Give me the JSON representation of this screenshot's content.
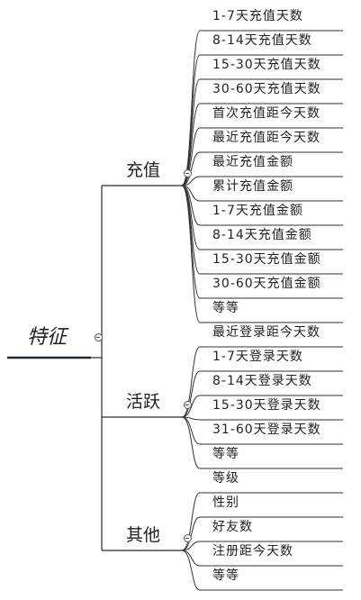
{
  "root": {
    "label": "特征"
  },
  "branches": [
    {
      "label": "充值",
      "leaves": [
        "1-7天充值天数",
        "8-14天充值天数",
        "15-30天充值天数",
        "30-60天充值天数",
        "首次充值距今天数",
        "最近充值距今天数",
        "最近充值金额",
        "累计充值金额",
        "1-7天充值金额",
        "8-14天充值金额",
        "15-30天充值金额",
        "30-60天充值金额",
        "等等"
      ]
    },
    {
      "label": "活跃",
      "leaves": [
        "最近登录距今天数",
        "1-7天登录天数",
        "8-14天登录天数",
        "15-30天登录天数",
        "31-60天登录天数",
        "等等"
      ]
    },
    {
      "label": "其他",
      "leaves": [
        "等级",
        "性别",
        "好友数",
        "注册距今天数",
        "等等"
      ]
    }
  ],
  "colors": {
    "root_underline": "#1f2d3d",
    "branch_line": "#2b2b2b",
    "leaf_line": "#333333"
  }
}
